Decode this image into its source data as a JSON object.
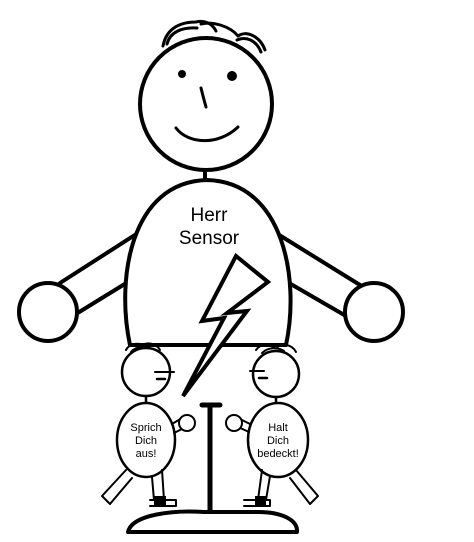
{
  "main_figure": {
    "label_line1": "Herr",
    "label_line2": "Sensor"
  },
  "left_figure": {
    "label_line1": "Sprich",
    "label_line2": "Dich",
    "label_line3": "aus!"
  },
  "right_figure": {
    "label_line1": "Halt",
    "label_line2": "Dich",
    "label_line3": "bedeckt!"
  },
  "colors": {
    "stroke": "#000000",
    "background": "#ffffff"
  },
  "icons": [
    "lightning-bolt-icon"
  ]
}
